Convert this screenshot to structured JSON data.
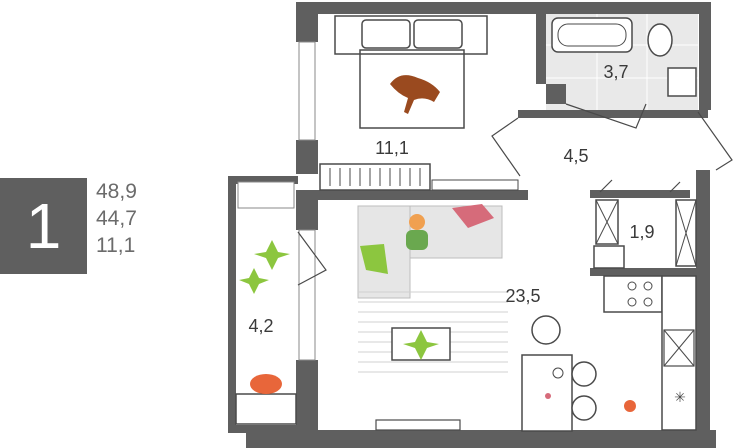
{
  "summary": {
    "room_count": "1",
    "total_area": "48,9",
    "living_area": "44,7",
    "kitchen_area": "11,1"
  },
  "rooms": {
    "bedroom": "11,1",
    "bathroom": "3,7",
    "hallway": "4,5",
    "storage": "1,9",
    "living_kitchen": "23,5",
    "balcony": "4,2"
  },
  "colors": {
    "wall": "#5f5f5f",
    "badge": "#5f5f5f",
    "text": "#6b6b6b",
    "tile": "#e6e6e6",
    "plant": "#8cc63f",
    "accent_pink": "#d66b7a",
    "accent_orange": "#e8663a",
    "dog": "#9a4a1f"
  }
}
